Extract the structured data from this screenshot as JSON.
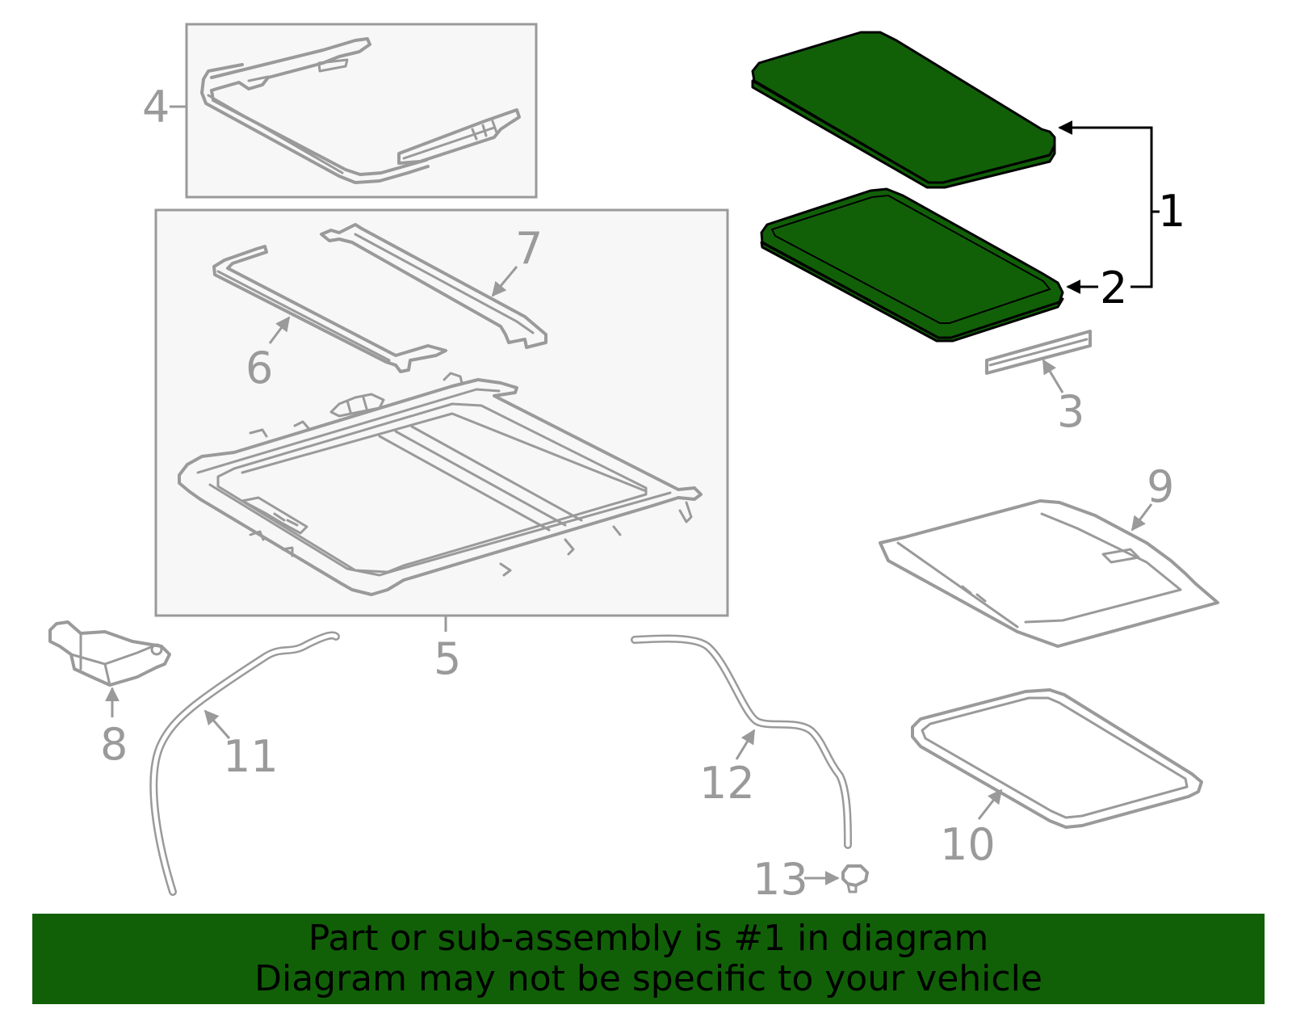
{
  "callouts": {
    "c1": "1",
    "c2": "2",
    "c3": "3",
    "c4": "4",
    "c5": "5",
    "c6": "6",
    "c7": "7",
    "c8": "8",
    "c9": "9",
    "c10": "10",
    "c11": "11",
    "c12": "12",
    "c13": "13"
  },
  "highlight_color": "#116008",
  "footer": {
    "line1": "Part or sub-assembly is #1 in diagram",
    "line2": "Diagram may not be specific to your vehicle"
  }
}
